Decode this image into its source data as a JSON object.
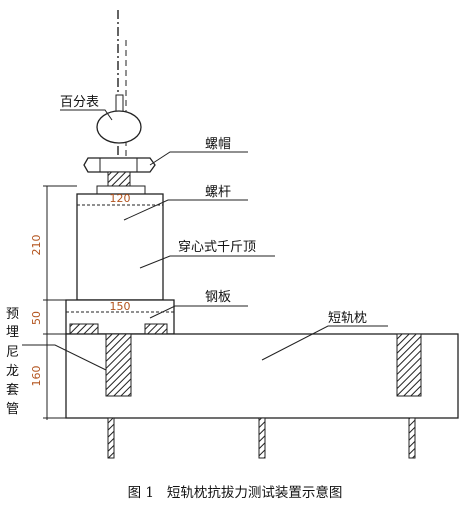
{
  "labels": {
    "dial_gauge": "百分表",
    "nut": "螺帽",
    "screw_rod": "螺杆",
    "jack": "穿心式千斤顶",
    "steel_plate": "钢板",
    "sleeper": "短轨枕",
    "nylon_sleeve": [
      "预",
      "埋",
      "尼",
      "龙",
      "套",
      "管"
    ]
  },
  "dimensions": {
    "jack_height": "210",
    "plate_height": "50",
    "sleeve_depth": "160",
    "jack_width": "120",
    "plate_width": "150"
  },
  "caption": "图 1   短轨枕抗拔力测试装置示意图"
}
